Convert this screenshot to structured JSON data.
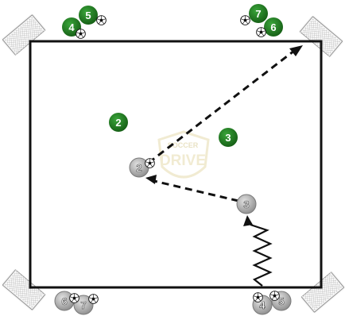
{
  "watermark": {
    "line1": "SOCCER",
    "line2": "DRIVE"
  },
  "green_players": [
    "5",
    "4",
    "7",
    "6",
    "2",
    "3"
  ],
  "grey_players": [
    "2",
    "3",
    "6",
    "7",
    "4",
    "5"
  ],
  "colors": {
    "pitch_line": "#111111",
    "green_player": "#1e7a1e",
    "grey_player": "#a9a9a9",
    "arrow": "#111111",
    "watermark": "#e6dcae"
  }
}
